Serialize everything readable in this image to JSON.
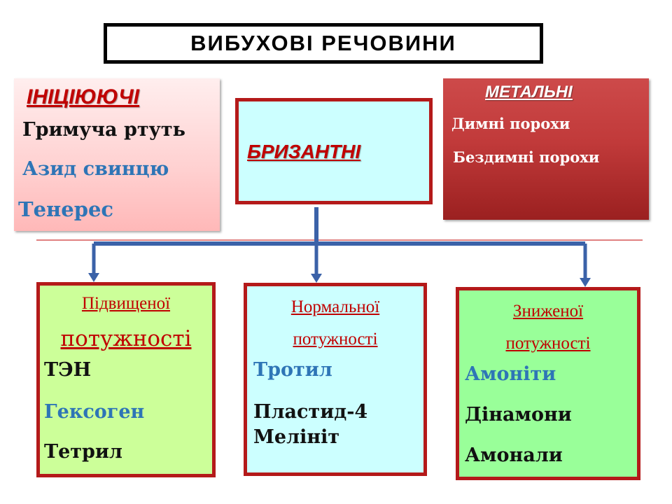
{
  "title": "ВИБУХОВІ  РЕЧОВИНИ",
  "initiating": {
    "heading": "ІНІЦІЮЮЧІ",
    "items": [
      "Гримуча  ртуть",
      "Азид свинцю",
      "Тенерес"
    ]
  },
  "brisant": {
    "heading": "БРИЗАНТНІ"
  },
  "propellant": {
    "heading": "МЕТАЛЬНІ",
    "items": [
      "Димні  порохи",
      "Бездимні порохи"
    ]
  },
  "high_power": {
    "heading_line1": "Підвищеної",
    "heading_line2": "потужності",
    "items": [
      "ТЭН",
      "Гексоген",
      "Тетрил"
    ]
  },
  "normal_power": {
    "heading_line1": "Нормальної",
    "heading_line2": "потужності",
    "items": [
      "Тротил",
      "Пластид-4",
      "Мелініт"
    ]
  },
  "low_power": {
    "heading_line1": "Зниженої",
    "heading_line2": "потужності",
    "items": [
      "Амоніти",
      "Дінамони",
      "Амонали"
    ]
  },
  "colors": {
    "heading_red": "#c00000",
    "border_red": "#b41a1a",
    "connector_blue": "#3b62a8",
    "item_blue": "#2e75b6"
  }
}
